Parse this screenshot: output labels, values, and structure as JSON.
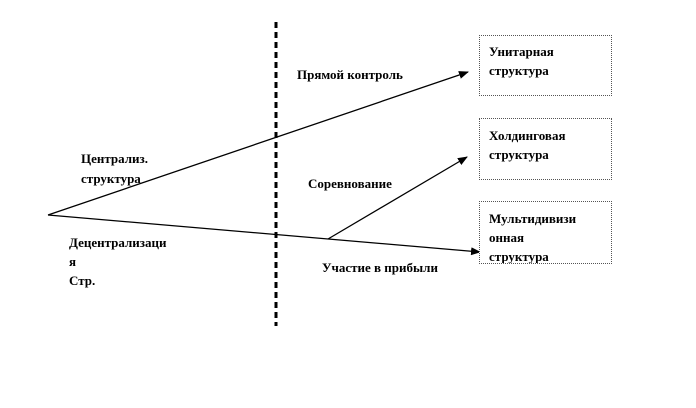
{
  "colors": {
    "line": "#000000",
    "box_border": "#555555",
    "background": "#ffffff"
  },
  "labels": {
    "centralized_line1": "Централиз.",
    "centralized_line2": "структура",
    "decentralized_line1": "Децентрализаци",
    "decentralized_line2": "я",
    "decentralized_line3": "Стр.",
    "direct_control": "Прямой контроль",
    "competition": "Соревнование",
    "profit_sharing": "Участие в прибыли"
  },
  "boxes": {
    "unitary": {
      "line1": "Унитарная",
      "line2": "структура"
    },
    "holding": {
      "line1": "Холдинговая",
      "line2": "структура"
    },
    "multidivisional": {
      "line1": "Мультидивизи",
      "line2": "онная",
      "line3": "структура"
    }
  }
}
